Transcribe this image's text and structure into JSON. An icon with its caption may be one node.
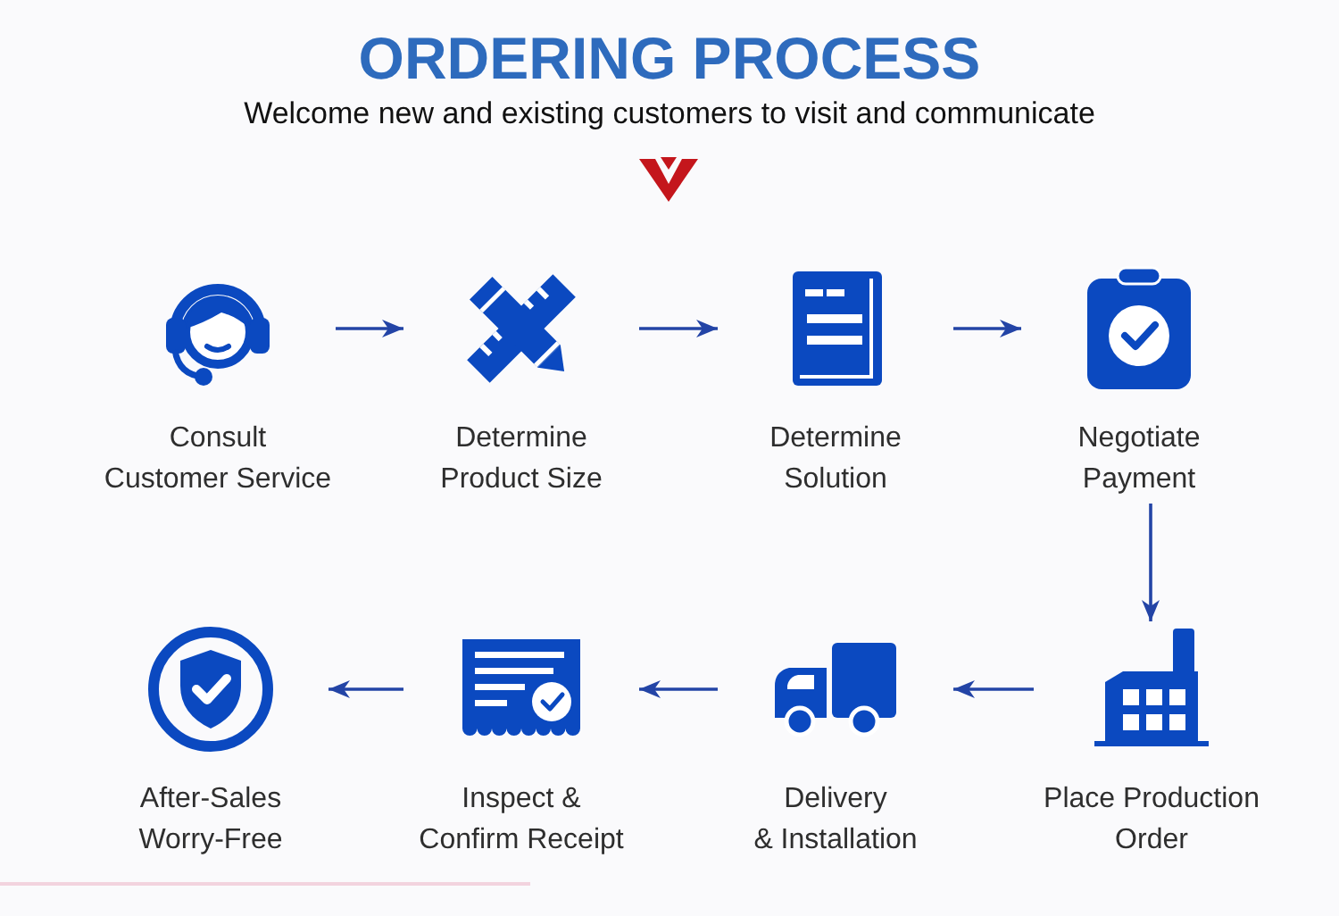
{
  "diagram": {
    "title": "ORDERING PROCESS",
    "nodes": [
      {
        "text": [
          "Consult Customer Service"
        ]
      },
      {
        "text": [
          "Determine Product Size"
        ]
      },
      {
        "text": [
          "Determine Solution"
        ]
      },
      {
        "text": [
          "Negotiate Payment"
        ]
      },
      {
        "text": [
          "Place Production Order"
        ]
      },
      {
        "text": [
          "Delivery & Installation"
        ]
      },
      {
        "text": [
          "Inspect & Confirm Receipt"
        ]
      },
      {
        "text": [
          "After-Sales Worry-Free"
        ]
      }
    ],
    "edges": [
      {
        "from": 0,
        "to": 1,
        "arrow": "to"
      },
      {
        "from": 1,
        "to": 2,
        "arrow": "to"
      },
      {
        "from": 2,
        "to": 3,
        "arrow": "to"
      },
      {
        "from": 3,
        "to": 4,
        "arrow": "to"
      },
      {
        "from": 4,
        "to": 5,
        "arrow": "to"
      },
      {
        "from": 5,
        "to": 6,
        "arrow": "to"
      },
      {
        "from": 6,
        "to": 7,
        "arrow": "to"
      }
    ],
    "labels": [
      "Welcome new and existing customers to visit and communicate"
    ]
  }
}
